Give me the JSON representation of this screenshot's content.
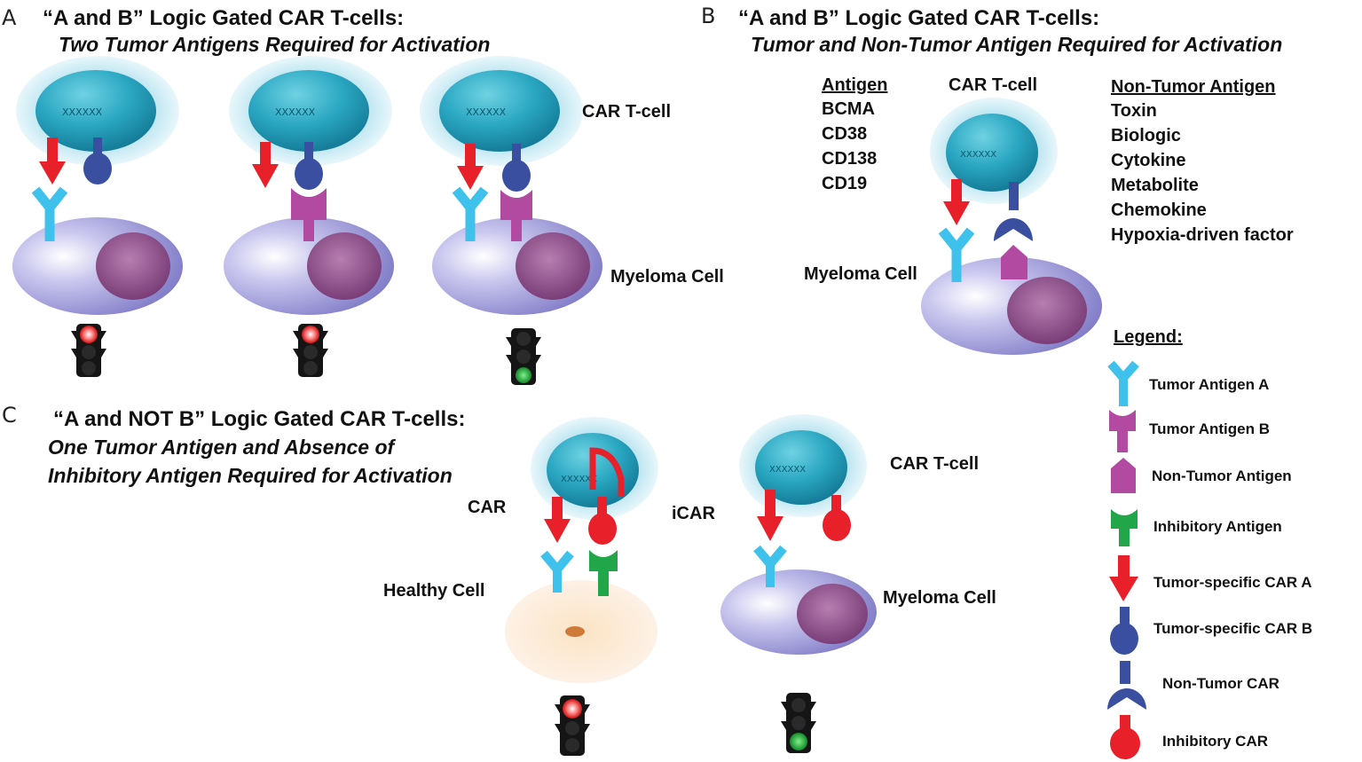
{
  "panels": {
    "a": {
      "letter": "A",
      "title": "“A and B” Logic Gated CAR T-cells:",
      "subtitle": "Two Tumor Antigens Required for Activation",
      "label_tcell": "CAR T-cell",
      "label_myeloma": "Myeloma Cell",
      "signals": [
        "red",
        "red",
        "green"
      ]
    },
    "b": {
      "letter": "B",
      "title": "“A and B” Logic Gated CAR T-cells:",
      "subtitle": "Tumor and Non-Tumor Antigen Required for Activation",
      "antigen_header": "Antigen",
      "antigens": [
        "BCMA",
        "CD38",
        "CD138",
        "CD19"
      ],
      "label_tcell": "CAR T-cell",
      "non_tumor_header": "Non-Tumor Antigen",
      "non_tumor_items": [
        "Toxin",
        "Biologic",
        "Cytokine",
        "Metabolite",
        "Chemokine",
        "Hypoxia-driven factor"
      ],
      "label_myeloma": "Myeloma Cell"
    },
    "c": {
      "letter": "C",
      "title": "“A and NOT B” Logic Gated CAR T-cells:",
      "subtitle_line1": "One Tumor Antigen and Absence of",
      "subtitle_line2": "Inhibitory Antigen Required for Activation",
      "label_car": "CAR",
      "label_icar": "iCAR",
      "label_healthy": "Healthy Cell",
      "label_tcell": "CAR T-cell",
      "label_myeloma": "Myeloma Cell",
      "signals": [
        "red",
        "green"
      ]
    }
  },
  "legend": {
    "title": "Legend:",
    "items": [
      {
        "icon": "tumor-antigen-a-icon",
        "label": "Tumor Antigen A"
      },
      {
        "icon": "tumor-antigen-b-icon",
        "label": "Tumor Antigen B"
      },
      {
        "icon": "non-tumor-antigen-icon",
        "label": "Non-Tumor Antigen"
      },
      {
        "icon": "inhibitory-antigen-icon",
        "label": "Inhibitory Antigen"
      },
      {
        "icon": "tumor-specific-car-a-icon",
        "label": "Tumor-specific CAR A"
      },
      {
        "icon": "tumor-specific-car-b-icon",
        "label": "Tumor-specific CAR B"
      },
      {
        "icon": "non-tumor-car-icon",
        "label": "Non-Tumor CAR"
      },
      {
        "icon": "inhibitory-car-icon",
        "label": "Inhibitory CAR"
      }
    ]
  },
  "colors": {
    "car_a_red": "#e8202a",
    "car_b_blue": "#3a4fa0",
    "antigen_a_cyan": "#3ec1ea",
    "antigen_b_magenta": "#b14aa0",
    "inhibitory_green": "#22a64a",
    "tcell_teal": "#2aa7c2",
    "myeloma_lavender": "#a9a5dc"
  }
}
